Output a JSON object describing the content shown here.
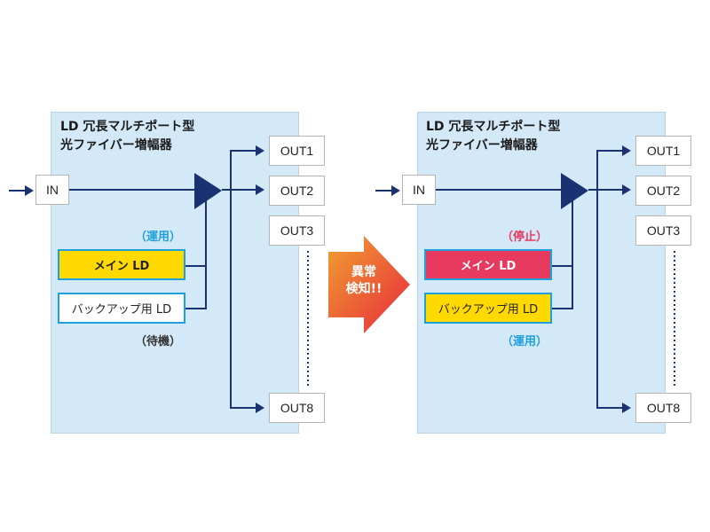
{
  "colors": {
    "panel_bg": "#d4e9f7",
    "wire": "#1b3272",
    "active_ld": "#ffd900",
    "stopped_ld": "#e83a5f",
    "standby_ld": "#ffffff",
    "ld_border": "#1ea0dc",
    "status_running": "#1ea0dc",
    "status_stopped": "#e83a5f",
    "status_standby": "#333333",
    "alert_gradient_start": "#f0a030",
    "alert_gradient_end": "#e8283c"
  },
  "left_diagram": {
    "title_line1": "LD 冗長マルチポート型",
    "title_line2": "光ファイバー増幅器",
    "input_label": "IN",
    "outputs": [
      "OUT1",
      "OUT2",
      "OUT3",
      "OUT8"
    ],
    "main_ld": {
      "label": "メイン LD",
      "status": "（運用）",
      "state": "running"
    },
    "backup_ld": {
      "label": "バックアップ用 LD",
      "status": "（待機）",
      "state": "standby"
    }
  },
  "transition": {
    "line1": "異常",
    "line2": "検知!!"
  },
  "right_diagram": {
    "title_line1": "LD 冗長マルチポート型",
    "title_line2": "光ファイバー増幅器",
    "input_label": "IN",
    "outputs": [
      "OUT1",
      "OUT2",
      "OUT3",
      "OUT8"
    ],
    "main_ld": {
      "label": "メイン LD",
      "status": "（停止）",
      "state": "stopped"
    },
    "backup_ld": {
      "label": "バックアップ用 LD",
      "status": "（運用）",
      "state": "running"
    }
  }
}
